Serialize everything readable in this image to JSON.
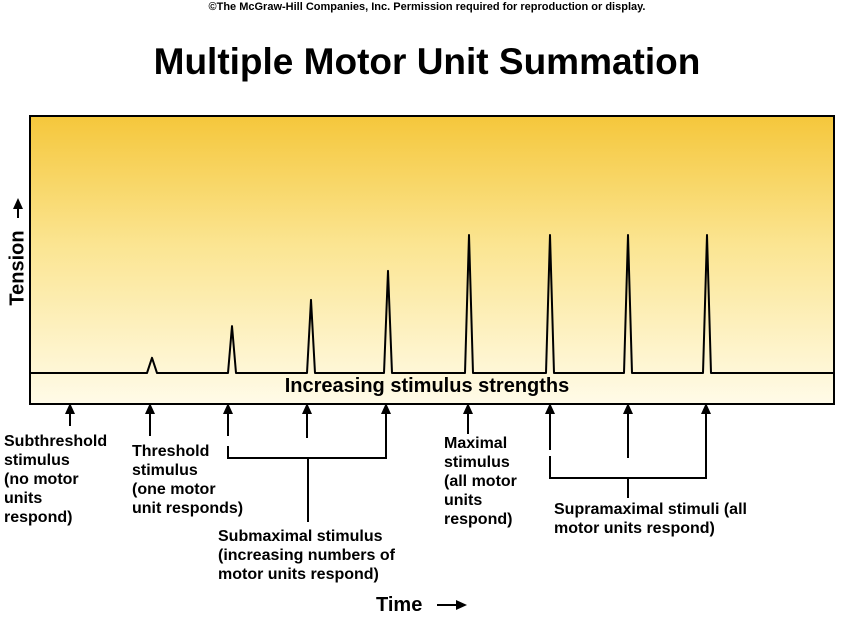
{
  "copyright": "©The McGraw-Hill Companies, Inc. Permission required for reproduction or display.",
  "title": "Multiple Motor Unit Summation",
  "y_axis_label": "Tension",
  "x_axis_label": "Time",
  "baseline_label": "Increasing stimulus strengths",
  "colors": {
    "panel_top": "#f5c73b",
    "panel_bottom": "#fffbe8",
    "lines": "#000000"
  },
  "stimuli": [
    {
      "label": "Subthreshold\nstimulus\n(no motor\nunits\nrespond)",
      "relative_tension": 0.11
    },
    {
      "label": "Threshold\nstimulus\n(one motor\nunit responds)",
      "relative_tension": 0.34
    },
    {
      "label": "",
      "relative_tension": 0.53
    },
    {
      "label": "",
      "relative_tension": 0.74
    },
    {
      "label": "Maximal\nstimulus\n(all motor\nunits\nrespond)",
      "relative_tension": 1.0
    },
    {
      "label": "",
      "relative_tension": 1.0
    },
    {
      "label": "",
      "relative_tension": 1.0
    },
    {
      "label": "",
      "relative_tension": 1.0
    }
  ],
  "group_labels": {
    "submaximal": "Submaximal stimulus\n(increasing numbers of\nmotor units respond)",
    "supramaximal": "Supramaximal stimuli (all\nmotor units respond)"
  }
}
